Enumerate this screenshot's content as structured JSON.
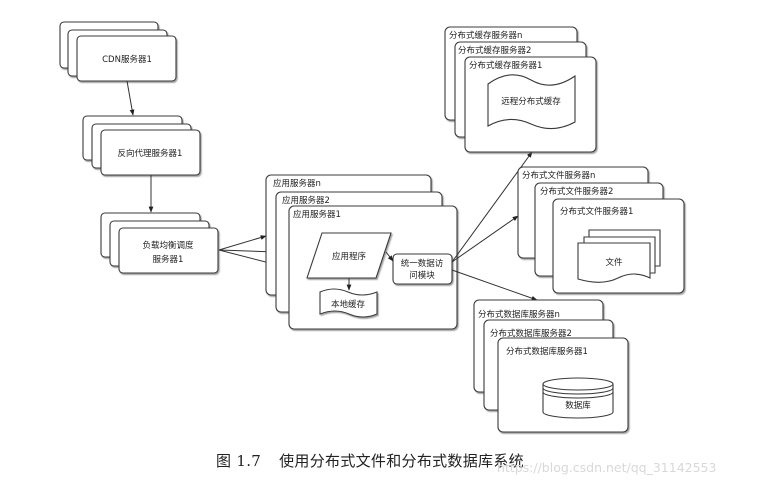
{
  "figure": {
    "caption_number": "图 1.7",
    "caption_text": "使用分布式文件和分布式数据库系统",
    "watermark": "https://blog.csdn.net/qq_31142553"
  },
  "nodes": {
    "cdn": {
      "label": "CDN服务器1"
    },
    "reverse_proxy": {
      "label": "反向代理服务器1"
    },
    "load_balancer": {
      "label_line1": "负载均衡调度",
      "label_line2": "服务器1"
    },
    "app_servers": {
      "labels": [
        "应用服务器n",
        "应用服务器2",
        "应用服务器1"
      ],
      "app_program": "应用程序",
      "local_cache": "本地缓存",
      "data_access_line1": "统一数据访",
      "data_access_line2": "问模块"
    },
    "cache_servers": {
      "labels": [
        "分布式缓存服务器n",
        "分布式缓存服务器2",
        "分布式缓存服务器1"
      ],
      "content": "远程分布式缓存"
    },
    "file_servers": {
      "labels": [
        "分布式文件服务器n",
        "分布式文件服务器2",
        "分布式文件服务器1"
      ],
      "content": "文件"
    },
    "db_servers": {
      "labels": [
        "分布式数据库服务器n",
        "分布式数据库服务器2",
        "分布式数据库服务器1"
      ],
      "content": "数据库"
    }
  },
  "edges": [
    {
      "from": "CDN服务器",
      "to": "反向代理服务器"
    },
    {
      "from": "反向代理服务器",
      "to": "负载均衡调度服务器"
    },
    {
      "from": "负载均衡调度服务器",
      "to": "应用服务器n"
    },
    {
      "from": "负载均衡调度服务器",
      "to": "应用服务器2"
    },
    {
      "from": "负载均衡调度服务器",
      "to": "应用服务器1"
    },
    {
      "from": "应用程序",
      "to": "本地缓存"
    },
    {
      "from": "应用程序",
      "to": "统一数据访问模块"
    },
    {
      "from": "统一数据访问模块",
      "to": "分布式缓存服务器"
    },
    {
      "from": "统一数据访问模块",
      "to": "分布式文件服务器"
    },
    {
      "from": "统一数据访问模块",
      "to": "分布式数据库服务器"
    }
  ]
}
